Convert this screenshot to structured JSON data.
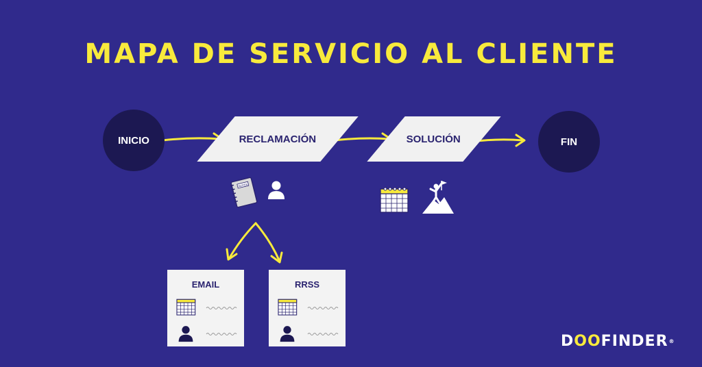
{
  "title": "MAPA DE SERVICIO AL CLIENTE",
  "flow": {
    "start": "INICIO",
    "step1": "RECLAMACIÓN",
    "step2": "SOLUCIÓN",
    "end": "FIN"
  },
  "step1_icons": [
    "notebook-icon",
    "user-icon"
  ],
  "step2_icons": [
    "calendar-icon",
    "summit-flag-icon"
  ],
  "channels": [
    {
      "title": "EMAIL",
      "rows": [
        "calendar-icon",
        "user-icon"
      ]
    },
    {
      "title": "RRSS",
      "rows": [
        "calendar-icon",
        "user-icon"
      ]
    }
  ],
  "notebook_label": "NOTES",
  "brand": {
    "pre": "D",
    "oo": "OO",
    "post": "FINDER",
    "mark": "®"
  },
  "colors": {
    "background": "#302a8c",
    "accent": "#f8ea3c",
    "node_dark": "#1c1852",
    "box": "#f1f1f1",
    "text_dark": "#2a236f"
  }
}
